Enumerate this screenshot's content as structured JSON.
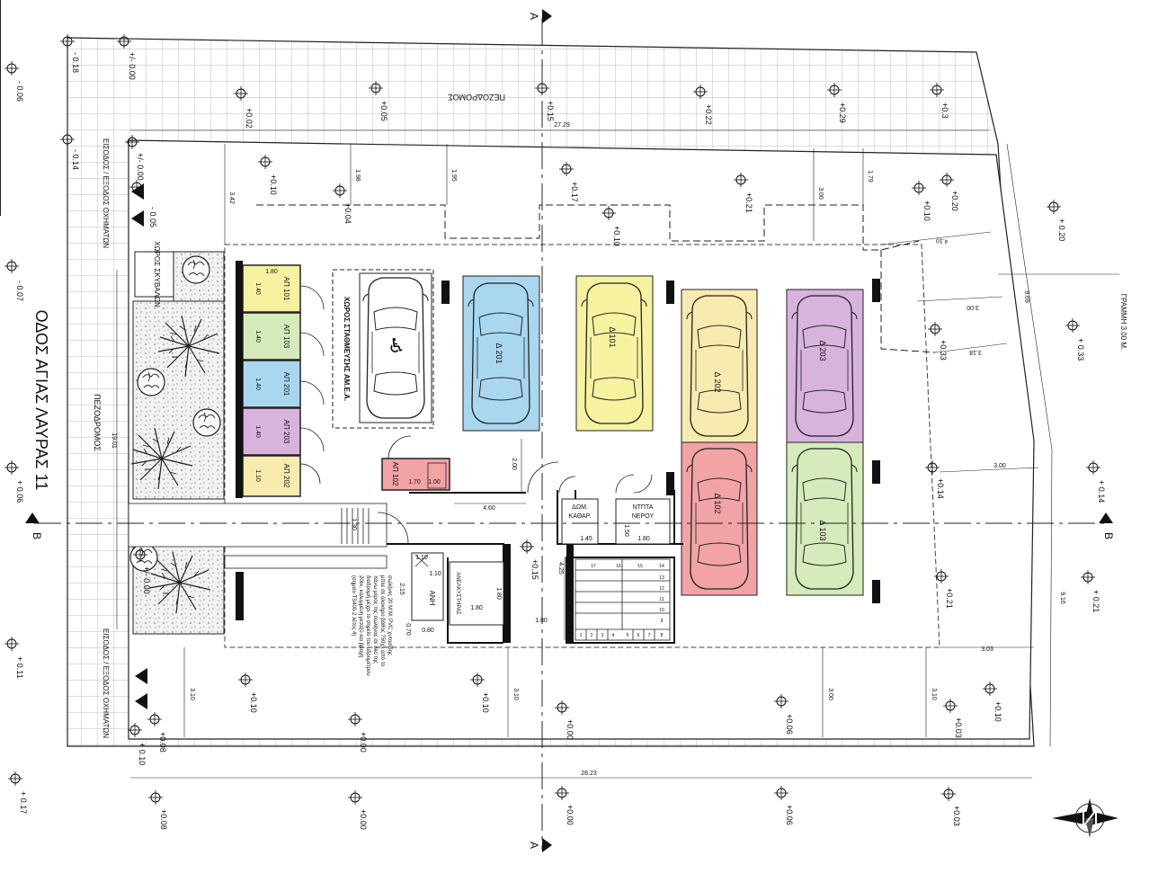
{
  "section_marks": {
    "letter_a": "A",
    "letter_b": "B"
  },
  "streets": {
    "main_street": "ΟΔΟΣ ΑΓΙΑΣ ΛΑΥΡΑΣ 11",
    "sidewalk_top": "ΠΕΖΟΔΡΟΜΟΣ",
    "sidewalk_left": "ΠΕΖΟΔΡΟΜΟΣ"
  },
  "entrance_label": "ΕΙΣΟΔΟΣ / ΕΞΟΔΟΣ ΟΧΗΜΑΤΩΝ",
  "bin_area_label": "ΧΩΡΟΣ ΣΚΥΒΑΛΩΝ",
  "setback_line_label": "ΓΡΑΜΜΗ 3.00 Μ.",
  "accessible_space_label": "ΧΩΡΟΣ ΣΤΑΘΜΕΥΣΗΣ ΑΜ.Ε.Α.",
  "colors": {
    "ap101": "#f7f2a0",
    "ap103": "#d6ebbb",
    "ap201": "#a9d7ef",
    "ap203": "#d7b3de",
    "ap202": "#f7ebb0",
    "ap102": "#f1a3a6",
    "hatch": "#9a9a9a",
    "landscape": "#b8b8b8"
  },
  "storage_units": [
    {
      "label": "ΑΠ 101",
      "dim": "1.40"
    },
    {
      "label": "ΑΠ 103",
      "dim": "1.40"
    },
    {
      "label": "ΑΠ 201",
      "dim": "1.40"
    },
    {
      "label": "ΑΠ 203",
      "dim": "1.40"
    },
    {
      "label": "ΑΠ 202",
      "dim": "1.10"
    }
  ],
  "storage_width": "1.80",
  "storage_102": {
    "label": "ΑΠ 102",
    "w": "1.70",
    "h": "1.00"
  },
  "parking": [
    {
      "label": "Δ 201"
    },
    {
      "label": "Δ 101"
    },
    {
      "label": "Δ 202"
    },
    {
      "label": "Δ 203"
    },
    {
      "label": "Δ 102"
    },
    {
      "label": "Δ 103"
    }
  ],
  "rooms": {
    "cleaning": "ΔΩΜ. ΚΑΘΑΡ.",
    "cleaning_dim": "1.45",
    "water_tank": "ΝΤΠΤΑ ΝΕΡΟΥ",
    "water_tank_dims": [
      "1.50",
      "1.80"
    ],
    "elevator_room": "ΑΝΕΛΚΥΣΤΗΡΑΣ",
    "elevator_dim": "1.80",
    "anh": "ΑΝΗ"
  },
  "stair_numbers": [
    "1",
    "2",
    "3",
    "4",
    "5",
    "6",
    "7",
    "8",
    "9",
    "10",
    "11",
    "12",
    "13",
    "14",
    "15",
    "16",
    "17"
  ],
  "ramp_note": [
    "σωλήνες 20 Μ.Μ. PVC χυτοσίδης",
    "μπλε σε όλοκηρο βάθος 750χλ από το",
    "πάνω μέρος της σωλήνας σε όλο της",
    "διαδρομή μέχρι το σημείο του υδρομέτρου",
    "20εκ. καλυμμένη μεταξύ και βροχή",
    "(σημείο TS400-2 λέτος 4)"
  ],
  "elevations": {
    "top_row": [
      "+0.02",
      "+0.05",
      "+0.15",
      "+0.22",
      "+0.29",
      "+0.3"
    ],
    "mid_row": [
      "+0.10",
      "+0.04",
      "+0.17",
      "+0.21",
      "+0.10",
      "+0.20"
    ],
    "left_outer": [
      "- 0.06",
      "- 0.07",
      "+ 0.06",
      "+ 0.11",
      "+ 0.17"
    ],
    "left_inner": [
      "- 0.18",
      "- 0.14",
      "+/- 0.00",
      "- 0.05"
    ],
    "right_column": [
      "+0.20",
      "+0.33",
      "+0.14",
      "+0.21",
      "+0.10"
    ],
    "right_outer": [
      "+ 0.20",
      "+ 0.33",
      "+ 0.14",
      "+ 0.21"
    ],
    "interior": [
      "+0.10",
      "+0.00",
      "+0.15",
      "+0.06",
      "+0.10",
      "+0.08",
      "+0.03"
    ],
    "bottom_row": [
      "+0.08",
      "+0.00",
      "+0.00",
      "+0.06",
      "+0.03"
    ],
    "corner_plus_minus": "+/- 0.00",
    "entry_top": "+/- 0.00",
    "entry_bottom": "+ 0.10",
    "mid_left": "+/- 0.00"
  },
  "dimensions": {
    "top_width": "27.29",
    "bottom_width": "28.23",
    "right_total": "9.69",
    "right_lower": "9.16",
    "top_offsets": [
      "3.42",
      "1.98",
      "1.95",
      "3.00",
      "1.79"
    ],
    "right_offsets": [
      "4.10",
      "3.00",
      "3.18",
      "3.00",
      "3.03"
    ],
    "bottom_offsets": [
      "3.10",
      "3.10",
      "3.00",
      "3.10"
    ],
    "aisle": "2.00",
    "corridor": "4.60",
    "left_walk": "1.30",
    "stair_span": "4.25",
    "hall": [
      "2.15",
      "0.70",
      "0.80",
      "1.10",
      "1.10",
      "1.80",
      "1.80"
    ],
    "left_width": "19.01"
  }
}
